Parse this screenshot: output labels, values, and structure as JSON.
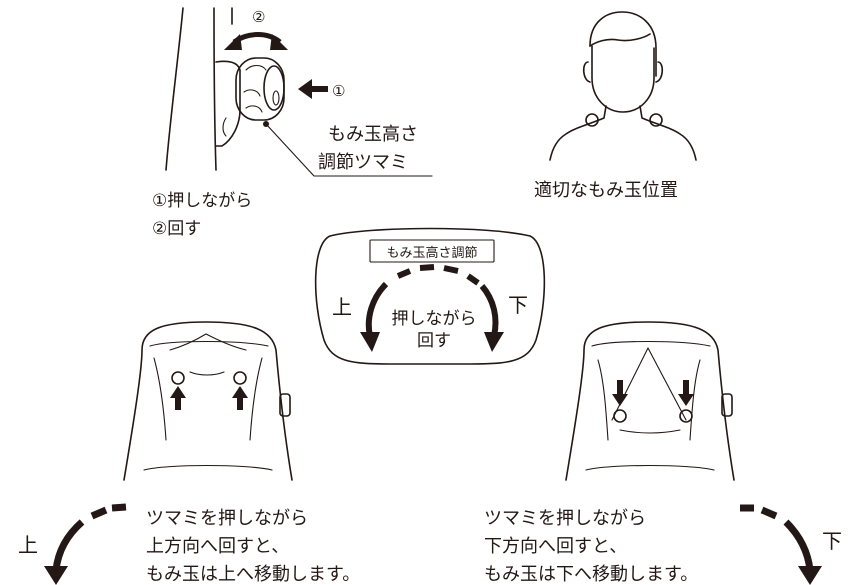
{
  "knob_callout": {
    "line1": "もみ玉高さ",
    "line2": "調節ツマミ"
  },
  "step_marks": {
    "push": "①",
    "rotate": "②"
  },
  "instructions": {
    "line1": "①押しながら",
    "line2": "②回す"
  },
  "proper_position": "適切なもみ玉位置",
  "dial_panel": {
    "title": "もみ玉高さ調節",
    "left": "上",
    "right": "下",
    "center_line1": "押しながら",
    "center_line2": "回す"
  },
  "left_caption": {
    "direction": "上",
    "line1": "ツマミを押しながら",
    "line2": "上方向へ回すと、",
    "line3": "もみ玉は上へ移動します。"
  },
  "right_caption": {
    "direction": "下",
    "line1": "ツマミを押しながら",
    "line2": "下方向へ回すと、",
    "line3": "もみ玉は下へ移動します。"
  }
}
